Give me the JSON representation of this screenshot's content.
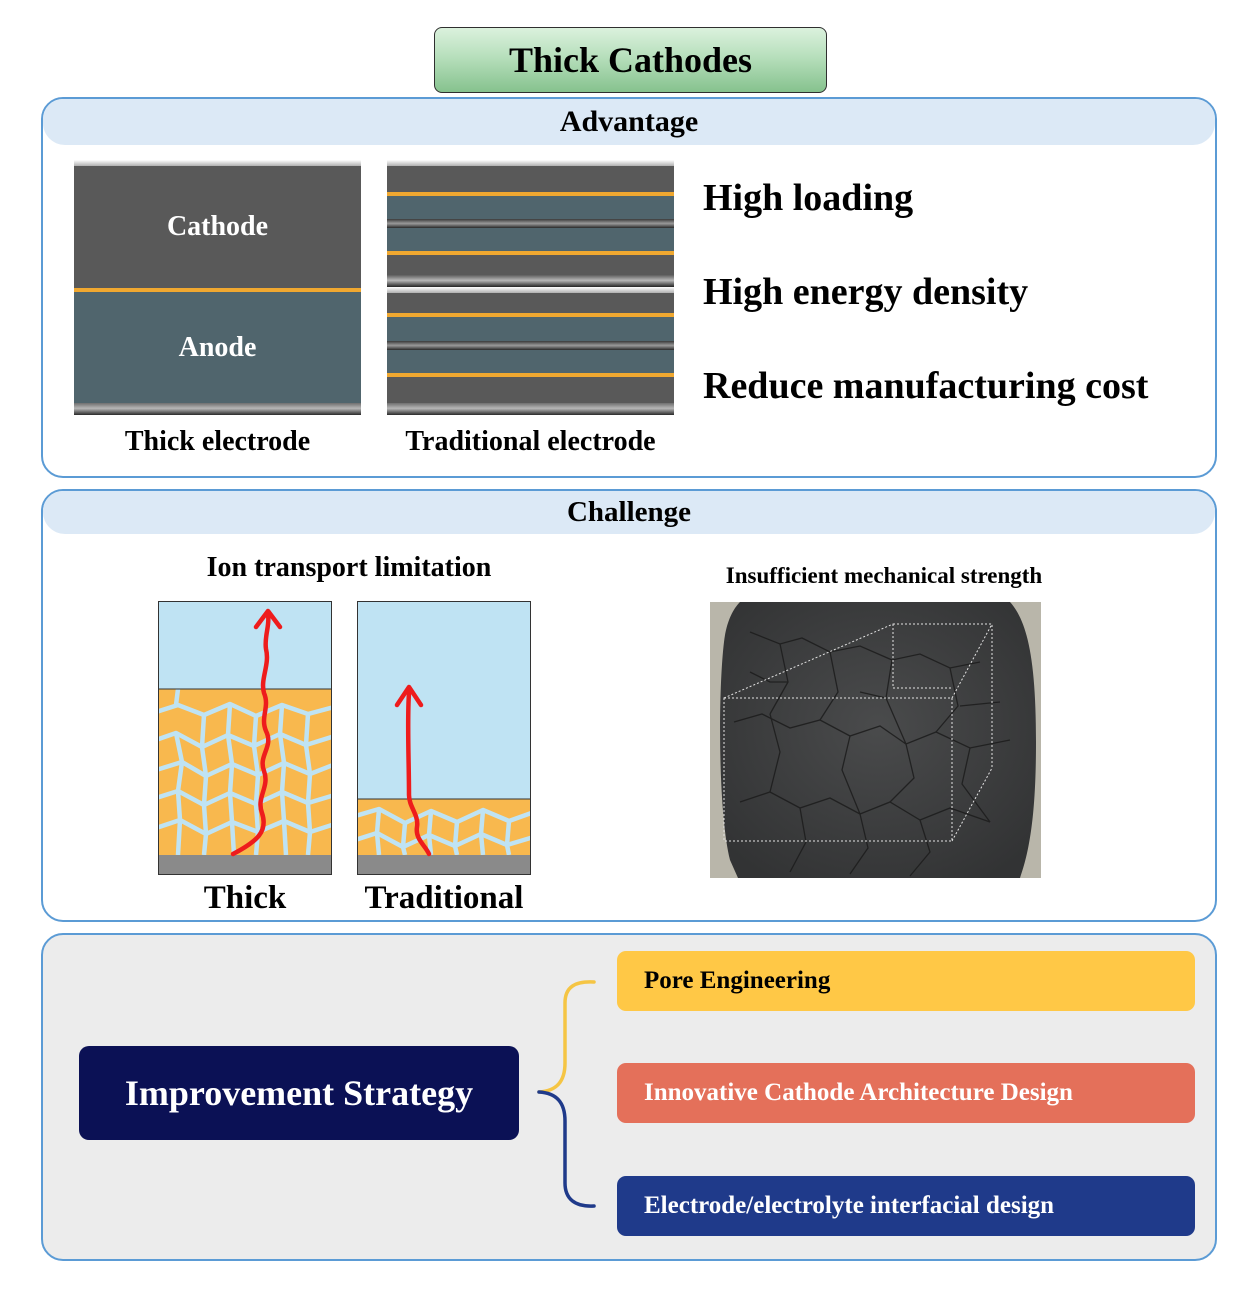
{
  "title": "Thick Cathodes",
  "advantage": {
    "heading": "Advantage",
    "thick_electrode": {
      "cathode": "Cathode",
      "anode": "Anode",
      "caption": "Thick electrode"
    },
    "traditional_electrode": {
      "caption": "Traditional electrode"
    },
    "benefits": [
      "High loading",
      "High energy density",
      "Reduce manufacturing cost"
    ]
  },
  "challenge": {
    "heading": "Challenge",
    "ion_transport": {
      "title": "Ion transport limitation",
      "thick_caption": "Thick",
      "traditional_caption": "Traditional"
    },
    "mechanical": {
      "title": "Insufficient mechanical strength"
    }
  },
  "improvement": {
    "label": "Improvement Strategy",
    "options": [
      {
        "label": "Pore Engineering",
        "color": "#ffc846",
        "text_color": "#000000"
      },
      {
        "label": "Innovative Cathode Architecture Design",
        "color": "#e4705a",
        "text_color": "#ffffff"
      },
      {
        "label": "Electrode/electrolyte interfacial design",
        "color": "#1f3a8a",
        "text_color": "#ffffff"
      }
    ]
  },
  "colors": {
    "panel_border": "#5b9bd5",
    "header_fill": "#dce9f6",
    "cathode_gray": "#595959",
    "anode_teal": "#50656d",
    "current_collector": "#f0a830",
    "electrolyte_blue": "#bfe3f3",
    "active_material_orange": "#f8b84e",
    "ion_arrow_red": "#ee1c1c",
    "strategy_navy": "#0b1155"
  }
}
